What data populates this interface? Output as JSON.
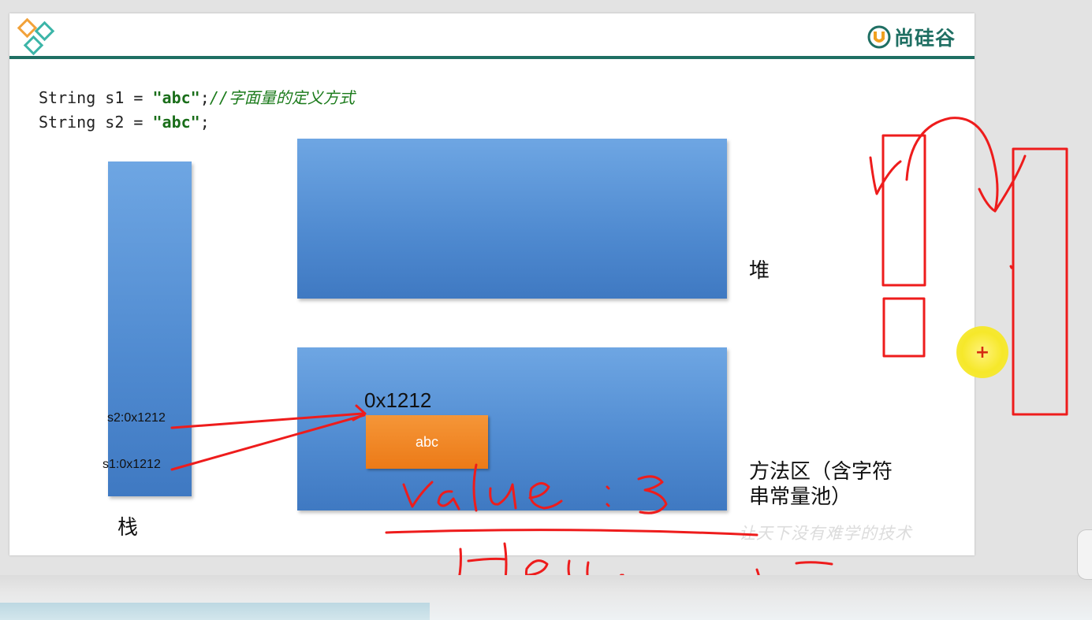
{
  "brand": {
    "name": "尚硅谷"
  },
  "code": {
    "line1_prefix": "String s1 = ",
    "line1_string": "\"abc\"",
    "line1_suffix": ";",
    "line1_comment": "//字面量的定义方式",
    "line2_prefix": "String s2 = ",
    "line2_string": "\"abc\"",
    "line2_suffix": ";"
  },
  "diagram": {
    "stack_label": "栈",
    "heap_label": "堆",
    "method_area_label_line1": "方法区（含字符",
    "method_area_label_line2": "串常量池）",
    "address": "0x1212",
    "pool_string": "abc",
    "refs": {
      "s2": "s2:0x1212",
      "s1": "s1:0x1212"
    }
  },
  "annotations": {
    "line1": "value : 3",
    "line2": "Hello, J"
  },
  "watermark": "让天下没有难学的技术",
  "cursor_symbol": "+",
  "colors": {
    "brand": "#1f6f63",
    "box_blue": "#5a94d8",
    "pool_orange": "#ef841f",
    "ink_red": "#ee1c1c",
    "cursor_yellow": "#f6e82a"
  }
}
